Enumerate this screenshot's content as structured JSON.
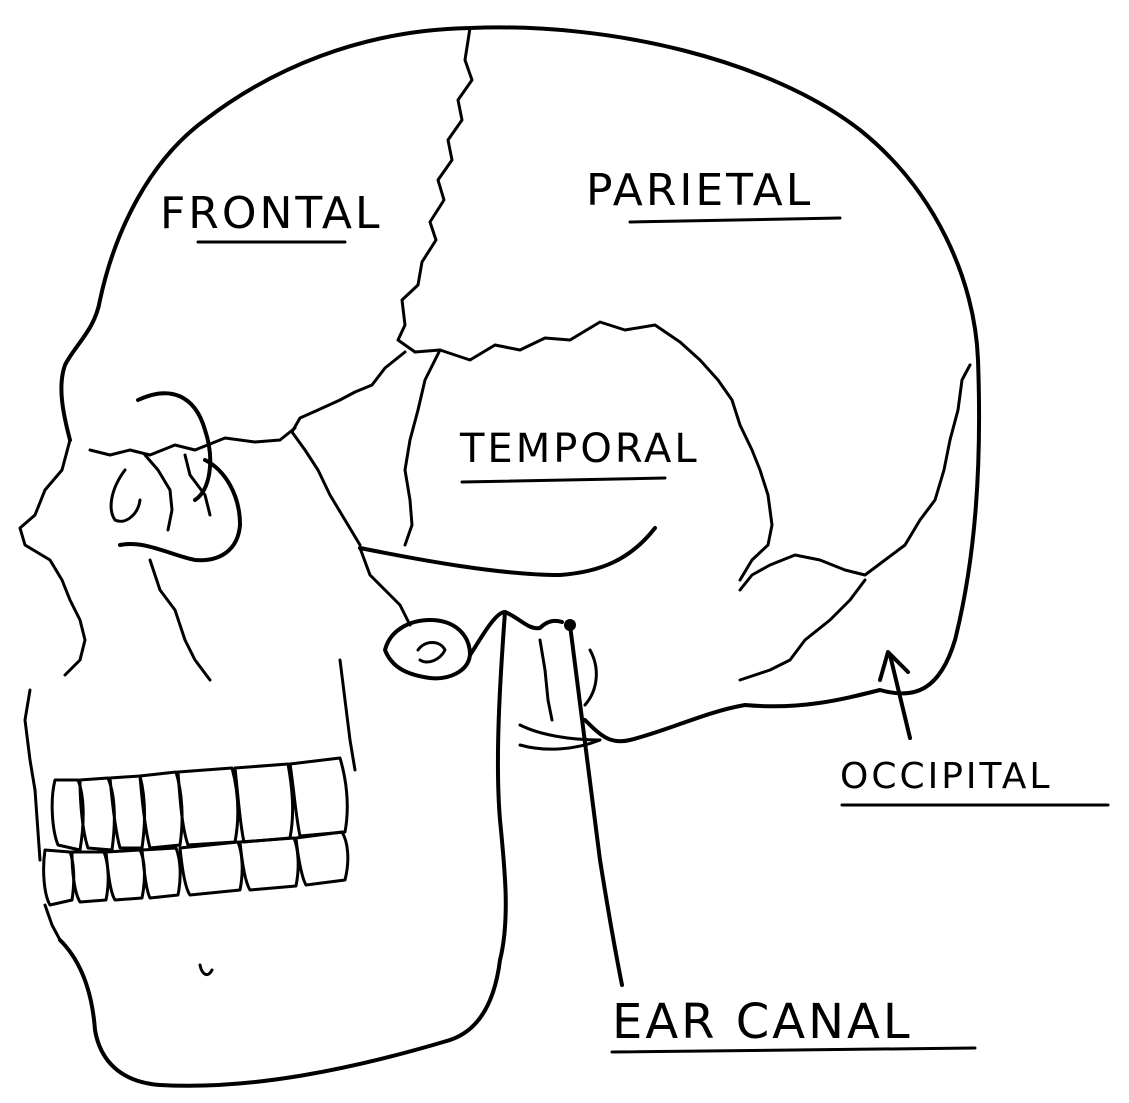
{
  "labels": {
    "frontal": "FRONTAL",
    "parietal": "PARIETAL",
    "temporal": "TEMPORAL",
    "occipital": "OCCIPITAL",
    "ear_canal": "EAR CANAL"
  },
  "colors": {
    "ink": "#000000",
    "paper": "#ffffff"
  }
}
